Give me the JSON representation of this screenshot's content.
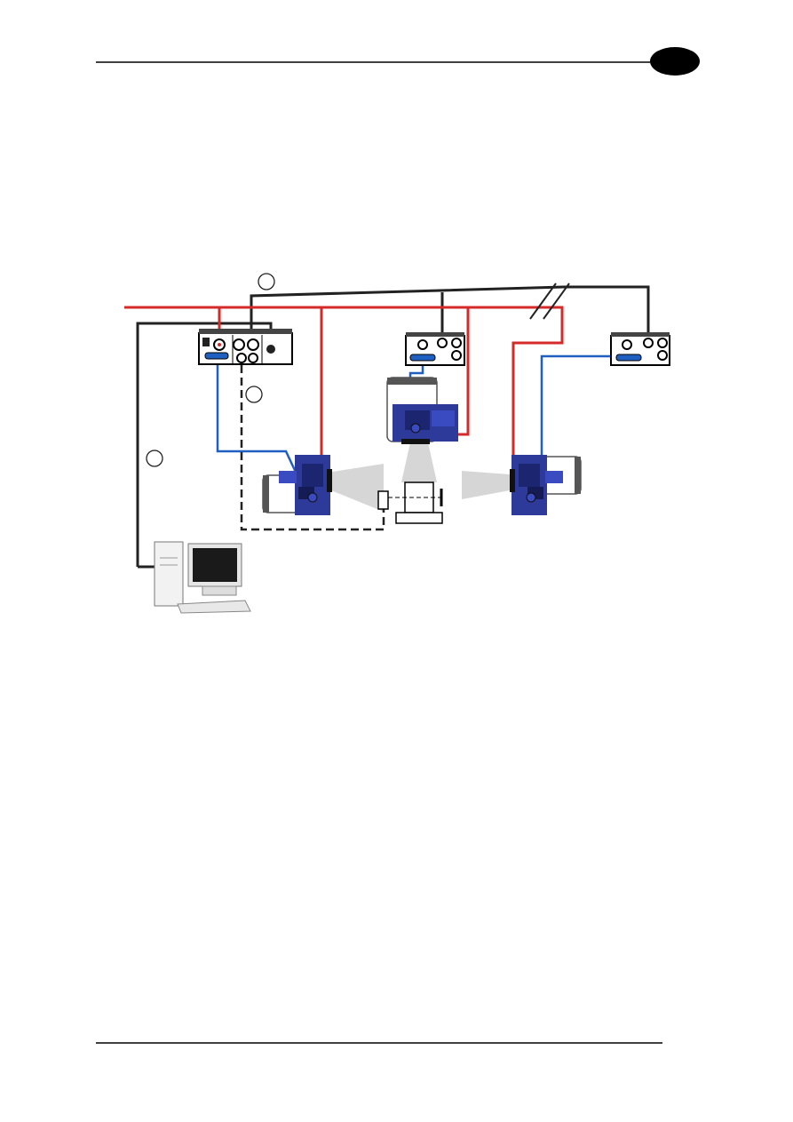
{
  "header": {
    "chapter_badge": ""
  },
  "diagram": {
    "description_labels": [],
    "wire_colors": {
      "power": "#d42a2a",
      "network": "#222222",
      "data": "#1f5fbf",
      "light": "#cfcfcf"
    },
    "callouts": [
      {
        "id": "callout-top",
        "label": ""
      },
      {
        "id": "callout-middle",
        "label": ""
      },
      {
        "id": "callout-left",
        "label": ""
      }
    ],
    "devices": [
      {
        "id": "connection-box-master",
        "icon": "connection-box-icon"
      },
      {
        "id": "connection-box-center",
        "icon": "connection-box-icon"
      },
      {
        "id": "connection-box-right",
        "icon": "connection-box-icon"
      },
      {
        "id": "scanner-left",
        "icon": "barcode-reader-icon"
      },
      {
        "id": "scanner-top",
        "icon": "barcode-reader-icon"
      },
      {
        "id": "scanner-right",
        "icon": "barcode-reader-icon"
      },
      {
        "id": "presence-sensor",
        "icon": "photocell-icon"
      },
      {
        "id": "host-pc",
        "icon": "desktop-computer-icon"
      }
    ]
  },
  "footer": {
    "text": ""
  }
}
